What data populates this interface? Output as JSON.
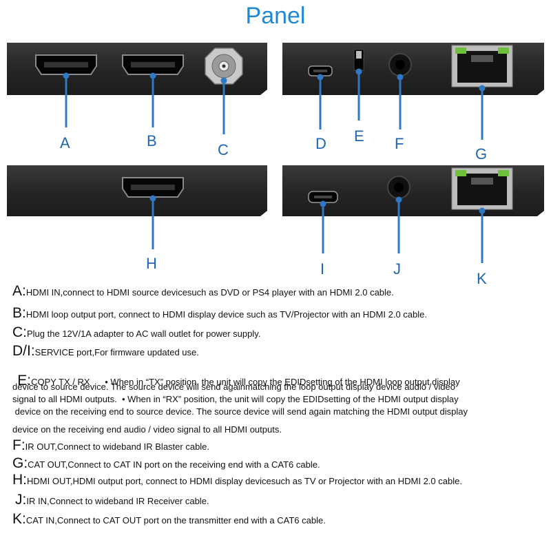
{
  "title": "Panel",
  "labels": {
    "A": "A",
    "B": "B",
    "C": "C",
    "D": "D",
    "E": "E",
    "F": "F",
    "G": "G",
    "H": "H",
    "I": "I",
    "J": "J",
    "K": "K"
  },
  "descriptions": {
    "A": {
      "key": "A:",
      "text": "HDMI IN,connect to HDMI source devicesuch as DVD or PS4 player with an HDMI 2.0  cable."
    },
    "B": {
      "key": "B:",
      "text": "HDMI loop output port, connect to HDMI display device such as TV/Projector with an HDMI 2.0 cable."
    },
    "C": {
      "key": "C:",
      "text": "Plug the 12V/1A adapter to AC wall outlet for power supply."
    },
    "DI": {
      "key": "D/I:",
      "text": "SERVICE port,For firmware updated use."
    },
    "E": {
      "key": "E:",
      "line1": "COPY TX / RX      • When in “TX” position, the unit will copy the EDIDsetting of the HDMI loop output display",
      "line2": "device to source device. The source device will send againmatching the loop output display device audio / video",
      "line3": "signal to all HDMI outputs.  • When in “RX” position, the unit will copy the EDIDsetting of the HDMI output display",
      "line4": " device on the receiving end to source device. The source device will send again matching the HDMI output display",
      "line5": "device on the receiving end audio / video signal to all HDMI outputs."
    },
    "F": {
      "key": "F:",
      "text": "IR OUT,Connect to wideband IR Blaster cable."
    },
    "G": {
      "key": "G:",
      "text": "CAT OUT,Connect to CAT IN port on the receiving end with a CAT6 cable."
    },
    "H": {
      "key": "H:",
      "text": "HDMI OUT,HDMI output port, connect to HDMI display devicesuch as TV or Projector with an HDMI 2.0 cable."
    },
    "J": {
      "key": "J:",
      "text": "IR IN,Connect to wideband IR Receiver cable."
    },
    "K": {
      "key": "K:",
      "text": "CAT IN,Connect to CAT OUT port on the transmitter end with a CAT6 cable."
    }
  },
  "colors": {
    "accent": "#1e88d8",
    "line": "#2f78c4",
    "panel": "#2b2b2b"
  }
}
